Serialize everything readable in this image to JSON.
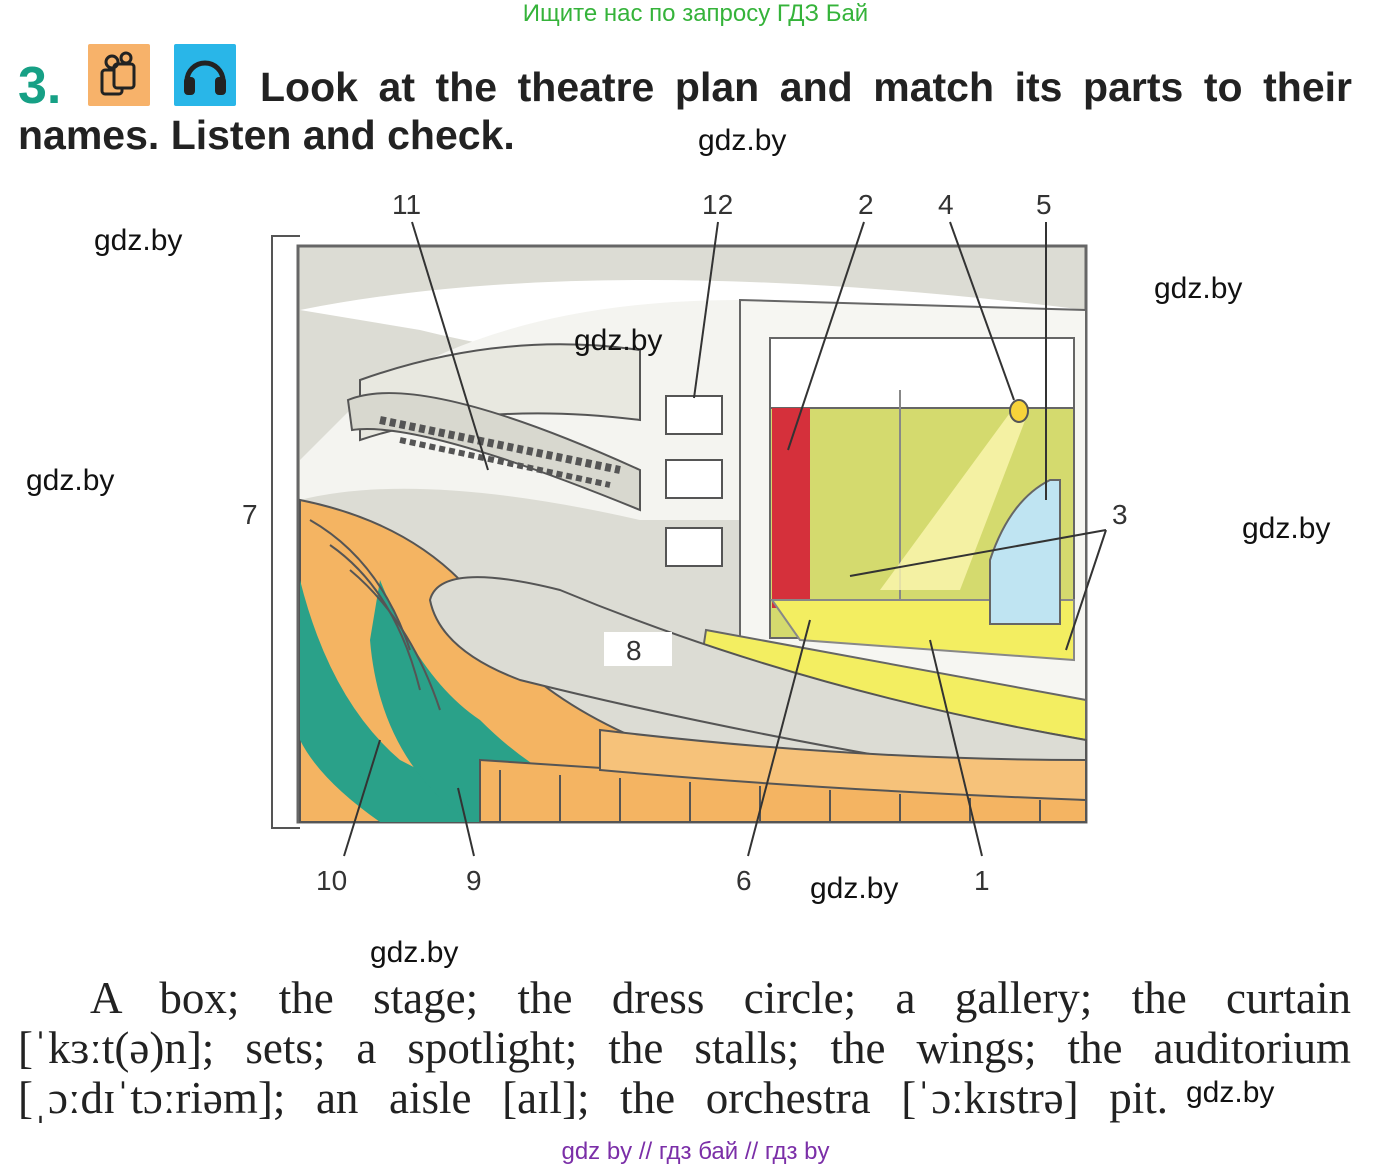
{
  "banner_top": "Ищите нас по запросу ГДЗ Бай",
  "exercise": {
    "number": "3.",
    "icons": [
      {
        "name": "pair-work-icon",
        "color": "#f7b26a"
      },
      {
        "name": "headphones-icon",
        "color": "#29b6e8"
      }
    ],
    "instruction_line1": "Look at the theatre plan and match its parts to their",
    "instruction_line2": "names. Listen and check."
  },
  "diagram_labels": {
    "l11": "11",
    "l12": "12",
    "l2": "2",
    "l4": "4",
    "l5": "5",
    "l7": "7",
    "l3": "3",
    "l8": "8",
    "l10": "10",
    "l9": "9",
    "l6": "6",
    "l1": "1"
  },
  "watermarks": [
    "gdz.by",
    "gdz.by",
    "gdz.by",
    "gdz.by",
    "gdz.by",
    "gdz.by",
    "gdz.by",
    "gdz.by",
    "gdz.by"
  ],
  "word_list": {
    "line1": "A box; the stage; the dress circle; a gallery; the curtain",
    "line2": "[ˈkɜːt(ə)n]; sets; a spotlight; the stalls; the wings; the auditorium",
    "line3": "[ˌɔːdɪˈtɔːriəm]; an aisle [aɪl]; the orchestra [ˈɔːkɪstrə] pit."
  },
  "banner_bottom": "gdz by  //  гдз бай  //  гдз by",
  "colors": {
    "seat_orange": "#f4b462",
    "aisle_teal": "#2aa189",
    "stage_yellow": "#f3ee61",
    "stage_back": "#d4da6e",
    "curtain_red": "#d5303b",
    "wall_gray": "#dcdcd4",
    "set_blue": "#bfe4f2"
  }
}
